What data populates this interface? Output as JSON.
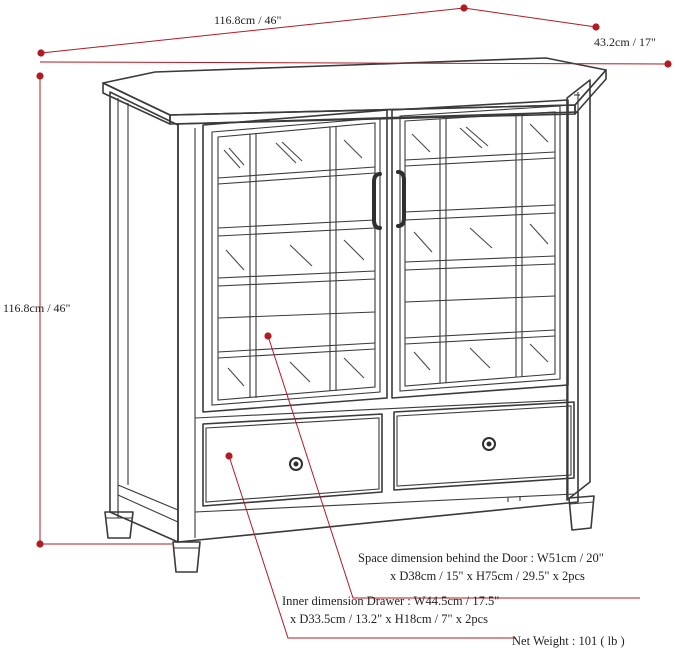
{
  "dimensions": {
    "width_label": "116.8cm / 46\"",
    "depth_label": "43.2cm / 17\"",
    "height_label": "116.8cm / 46\""
  },
  "notes": {
    "door_space_line1": "Space dimension behind the Door  : W51cm / 20\"",
    "door_space_line2": "x D38cm / 15\" x H75cm / 29.5\" x 2pcs",
    "drawer_line1": "Inner dimension Drawer : W44.5cm / 17.5\"",
    "drawer_line2": "x D33.5cm / 13.2\" x H18cm / 7\" x 2pcs",
    "net_weight": "Net Weight : 101 ( lb )"
  },
  "colors": {
    "accent": "#b11b24",
    "ink": "#3a3a3a"
  }
}
